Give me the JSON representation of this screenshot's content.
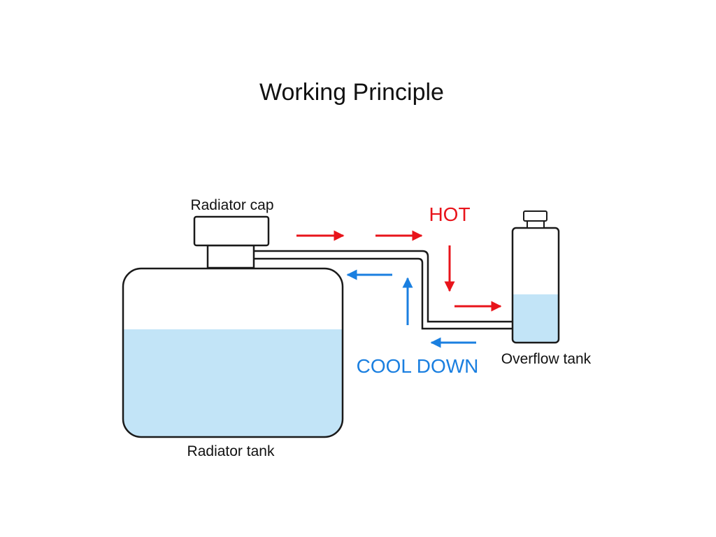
{
  "diagram": {
    "title": "Working Principle",
    "labels": {
      "radiator_cap": "Radiator cap",
      "radiator_tank": "Radiator tank",
      "overflow_tank": "Overflow tank",
      "hot": "HOT",
      "cool_down": "COOL DOWN"
    },
    "colors": {
      "hot": "#e8141b",
      "cool": "#1a7fe0",
      "coolant": "#c2e4f7",
      "outline": "#1a1a1a",
      "background": "#ffffff"
    },
    "flows": [
      {
        "state": "hot",
        "direction": "radiator-to-overflow"
      },
      {
        "state": "cool",
        "direction": "overflow-to-radiator"
      }
    ]
  }
}
